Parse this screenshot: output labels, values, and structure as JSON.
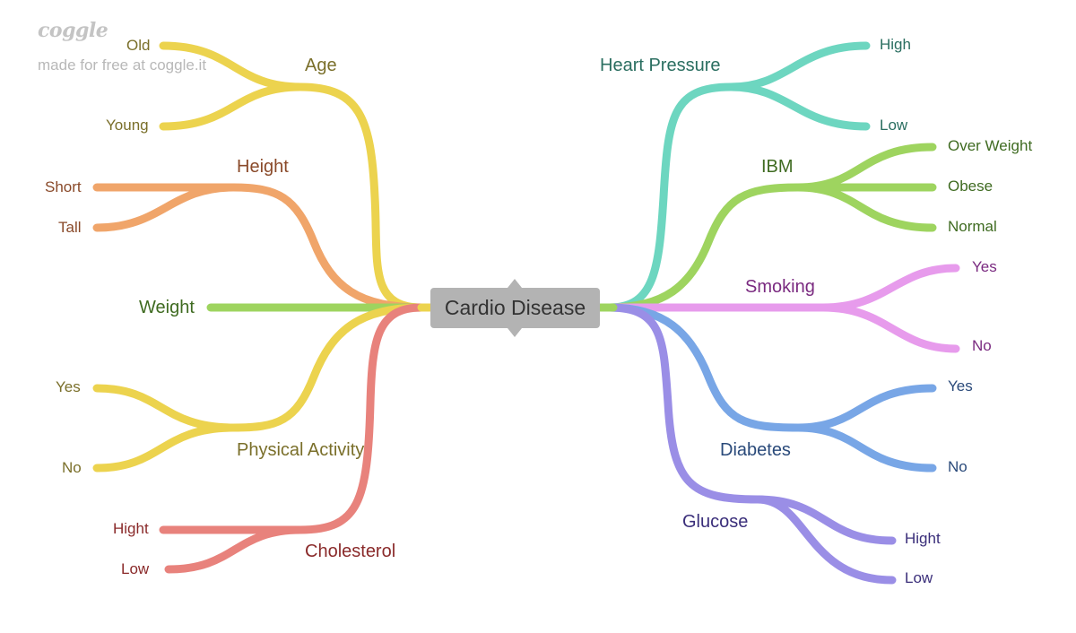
{
  "brand": {
    "logo": "coggle",
    "tagline": "made for free at coggle.it"
  },
  "center": {
    "label": "Cardio Disease"
  },
  "branches": [
    {
      "id": "age",
      "label": "Age",
      "color": "#ecd34e",
      "text_color": "#7a6f2a",
      "children": [
        "Old",
        "Young"
      ]
    },
    {
      "id": "height",
      "label": "Height",
      "color": "#f0a56a",
      "text_color": "#8a4a2a",
      "children": [
        "Short",
        "Tall"
      ]
    },
    {
      "id": "weight",
      "label": "Weight",
      "color": "#9ed45f",
      "text_color": "#3f6b21",
      "children": []
    },
    {
      "id": "physical-activity",
      "label": "Physical Activity",
      "color": "#ecd34e",
      "text_color": "#7a6f2a",
      "children": [
        "Yes",
        "No"
      ]
    },
    {
      "id": "cholesterol",
      "label": "Cholesterol",
      "color": "#e8827c",
      "text_color": "#8a2a2a",
      "children": [
        "Hight",
        "Low"
      ]
    },
    {
      "id": "heart-pressure",
      "label": "Heart Pressure",
      "color": "#6dd6c0",
      "text_color": "#2a6e60",
      "children": [
        "High",
        "Low"
      ]
    },
    {
      "id": "ibm",
      "label": "IBM",
      "color": "#9ed45f",
      "text_color": "#3f6b21",
      "children": [
        "Over Weight",
        "Obese",
        "Normal"
      ]
    },
    {
      "id": "smoking",
      "label": "Smoking",
      "color": "#e79bec",
      "text_color": "#7a2a80",
      "children": [
        "Yes",
        "No"
      ]
    },
    {
      "id": "diabetes",
      "label": "Diabetes",
      "color": "#78a6e6",
      "text_color": "#2a4a7a",
      "children": [
        "Yes",
        "No"
      ]
    },
    {
      "id": "glucose",
      "label": "Glucose",
      "color": "#9a8ee6",
      "text_color": "#3a2e7a",
      "children": [
        "Hight",
        "Low"
      ]
    }
  ]
}
